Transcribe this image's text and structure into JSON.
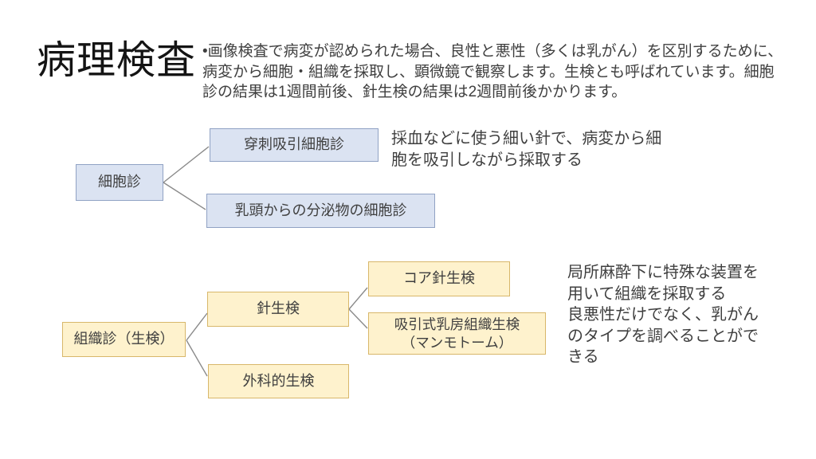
{
  "slide": {
    "title": "病理検査",
    "intro": "•画像検査で病変が認められた場合、良性と悪性（多くは乳がん）を区別するために、\n病変から細胞・組織を採取し、顕微鏡で観察します。生検とも呼ばれています。細胞\n診の結果は1週間前後、針生検の結果は2週間前後かかります。"
  },
  "diagram": {
    "cytology": "細胞診",
    "fna": "穿刺吸引細胞診",
    "nipple": "乳頭からの分泌物の細胞診",
    "tissue": "組織診（生検）",
    "needle": "針生検",
    "core": "コア針生検",
    "vacuum": "吸引式乳房組織生検\n（マンモトーム）",
    "surgical": "外科的生検"
  },
  "annotations": {
    "fna_note": "採血などに使う細い針で、病変から細\n胞を吸引しながら採取する",
    "biopsy_note": "局所麻酔下に特殊な装置を\n用いて組織を採取する\n良悪性だけでなく、乳がん\nのタイプを調べることがで\nきる"
  },
  "colors": {
    "blue_fill": "#dbe3f2",
    "blue_border": "#90a2c4",
    "yellow_fill": "#fef2cd",
    "yellow_border": "#d8b76a",
    "connector": "#8a8a8a"
  }
}
